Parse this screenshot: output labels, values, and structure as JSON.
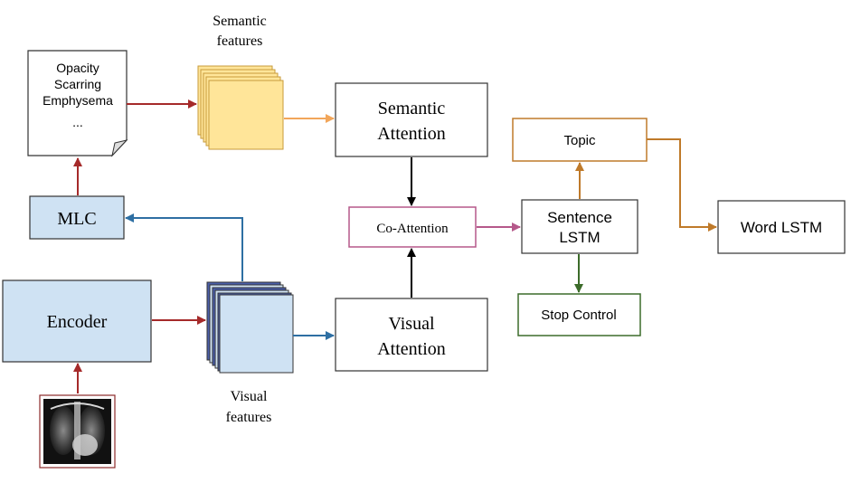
{
  "doc": {
    "labels": [
      "Opacity",
      "Scarring",
      "Emphysema",
      "..."
    ],
    "semantic_features_title": [
      "Semantic",
      "features"
    ],
    "visual_features_title": [
      "Visual",
      "features"
    ]
  },
  "blocks": {
    "mlc": "MLC",
    "encoder": "Encoder",
    "semantic_attention": [
      "Semantic",
      "Attention"
    ],
    "visual_attention": [
      "Visual",
      "Attention"
    ],
    "co_attention": "Co-Attention",
    "sentence_lstm": [
      "Sentence",
      "LSTM"
    ],
    "topic": "Topic",
    "stop_control": "Stop Control",
    "word_lstm": "Word LSTM"
  },
  "colors": {
    "red_arrow": "#a52a2a",
    "orange_arrow": "#f2a65a",
    "blue_arrow": "#2e6fa3",
    "pink_arrow": "#b5588a",
    "brown_arrow": "#bf7a2a",
    "green_arrow": "#3c6b2a",
    "black_arrow": "#000000",
    "blue_fill": "#cfe2f3",
    "yellow_fill": "#ffe599",
    "yellow_border": "#c79a3a"
  }
}
